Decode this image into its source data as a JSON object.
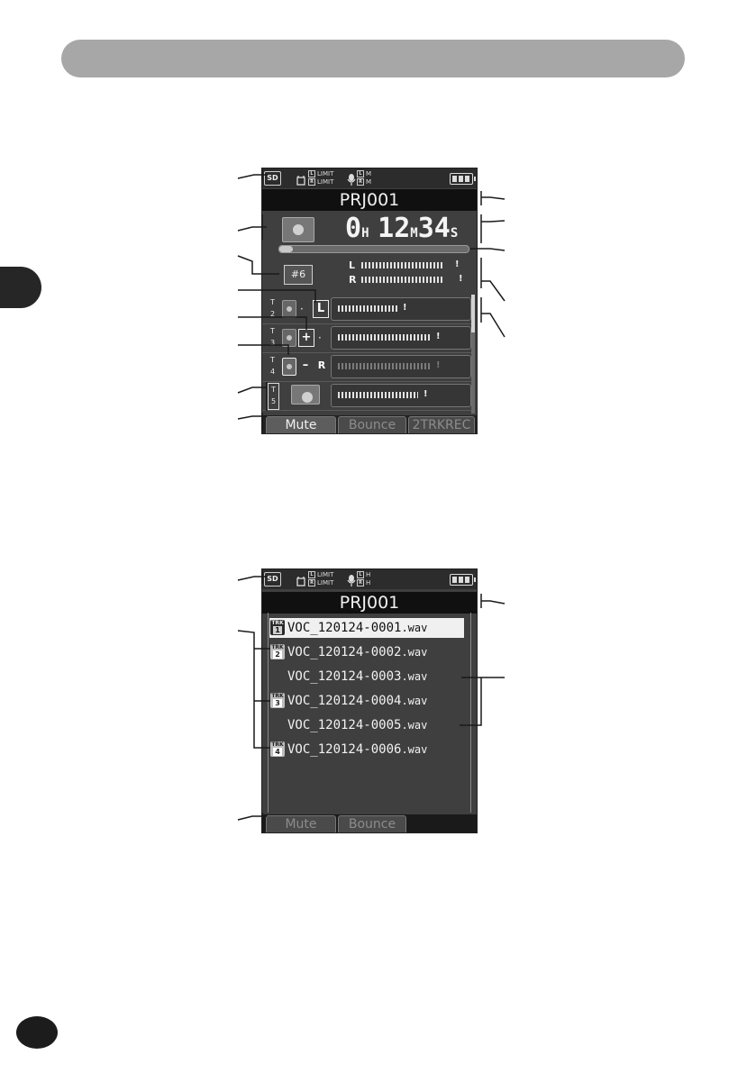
{
  "screen1": {
    "project_name": "PRJ001",
    "status": {
      "sd_label": "SD",
      "limit_top": "LIMIT",
      "limit_bottom": "LIMIT",
      "mic_l": "L",
      "mic_r": "R",
      "mic_top": "M",
      "mic_bottom": "M"
    },
    "time": {
      "h": "0",
      "h_unit": "H",
      "m": "12",
      "m_unit": "M",
      "s": "34",
      "s_unit": "S"
    },
    "progress_fraction": 0.07,
    "track_badge": "#6",
    "master": {
      "left": "L",
      "right": "R",
      "peak": "!"
    },
    "tracks": [
      {
        "line1": "T",
        "line2": "2",
        "pan": "L",
        "pan_dot": "·",
        "peak": "!",
        "level": 0.55,
        "active": true
      },
      {
        "line1": "T",
        "line2": "3",
        "pan": "+",
        "pan_dot": "·",
        "peak": "!",
        "level": 0.86,
        "active": true
      },
      {
        "line1": "T",
        "line2": "4",
        "pan": "–",
        "pan_dot": "R",
        "peak": "!",
        "level": 0.86,
        "active": false
      },
      {
        "line1": "T",
        "line2": "5",
        "pan": "",
        "pan_dot": "",
        "peak": "!",
        "level": 0.74,
        "active": true
      }
    ],
    "tabs": [
      "Mute",
      "Bounce",
      "2TRKREC"
    ]
  },
  "screen2": {
    "project_name": "PRJ001",
    "status": {
      "sd_label": "SD",
      "limit_top": "LIMIT",
      "limit_bottom": "LIMIT",
      "mic_l": "L",
      "mic_r": "R",
      "mic_top": "H",
      "mic_bottom": "H"
    },
    "files": [
      {
        "track_tag": "TRK",
        "track_num": "1",
        "name": "VOC_120124-0001",
        "ext": ".wav",
        "selected": true
      },
      {
        "track_tag": "TRK",
        "track_num": "2",
        "name": "VOC_120124-0002",
        "ext": ".wav",
        "selected": false
      },
      {
        "track_tag": "",
        "track_num": "",
        "name": "VOC_120124-0003",
        "ext": ".wav",
        "selected": false
      },
      {
        "track_tag": "TRK",
        "track_num": "3",
        "name": "VOC_120124-0004",
        "ext": ".wav",
        "selected": false
      },
      {
        "track_tag": "",
        "track_num": "",
        "name": "VOC_120124-0005",
        "ext": ".wav",
        "selected": false
      },
      {
        "track_tag": "TRK",
        "track_num": "4",
        "name": "VOC_120124-0006",
        "ext": ".wav",
        "selected": false
      }
    ],
    "tabs": [
      "Mute",
      "Bounce"
    ]
  }
}
